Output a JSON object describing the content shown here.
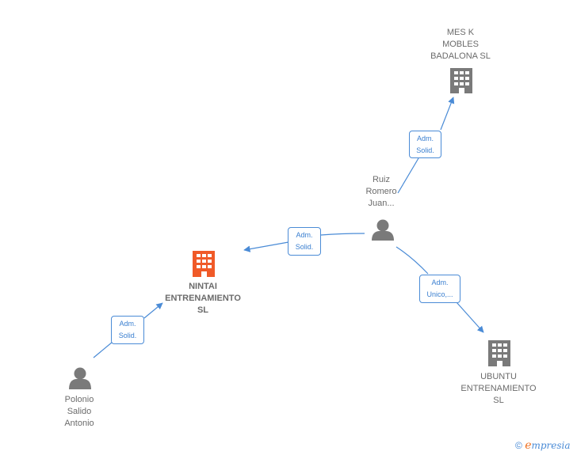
{
  "nodes": {
    "mes_k": {
      "lines": [
        "MES K",
        "MOBLES",
        "BADALONA  SL"
      ]
    },
    "ruiz": {
      "lines": [
        "Ruiz",
        "Romero",
        "Juan..."
      ]
    },
    "nintai": {
      "lines": [
        "NINTAI",
        "ENTRENAMIENTO",
        "SL"
      ]
    },
    "ubuntu": {
      "lines": [
        "UBUNTU",
        "ENTRENAMIENTO",
        "SL"
      ]
    },
    "polonio": {
      "lines": [
        "Polonio",
        "Salido",
        "Antonio"
      ]
    }
  },
  "edges": {
    "ruiz_mesk": {
      "lines": [
        "Adm.",
        "Solid."
      ]
    },
    "ruiz_nintai": {
      "lines": [
        "Adm.",
        "Solid."
      ]
    },
    "ruiz_ubuntu": {
      "lines": [
        "Adm.",
        "Unico,..."
      ]
    },
    "polonio_nintai": {
      "lines": [
        "Adm.",
        "Solid."
      ]
    }
  },
  "colors": {
    "company": "#7a7a7a",
    "company_main": "#f05a28",
    "person": "#7a7a7a",
    "edge": "#4a8bd6"
  },
  "icons": {
    "company": "building-icon",
    "person": "person-icon"
  },
  "brand": {
    "copyright": "©",
    "e": "e",
    "rest": "mpresia"
  }
}
